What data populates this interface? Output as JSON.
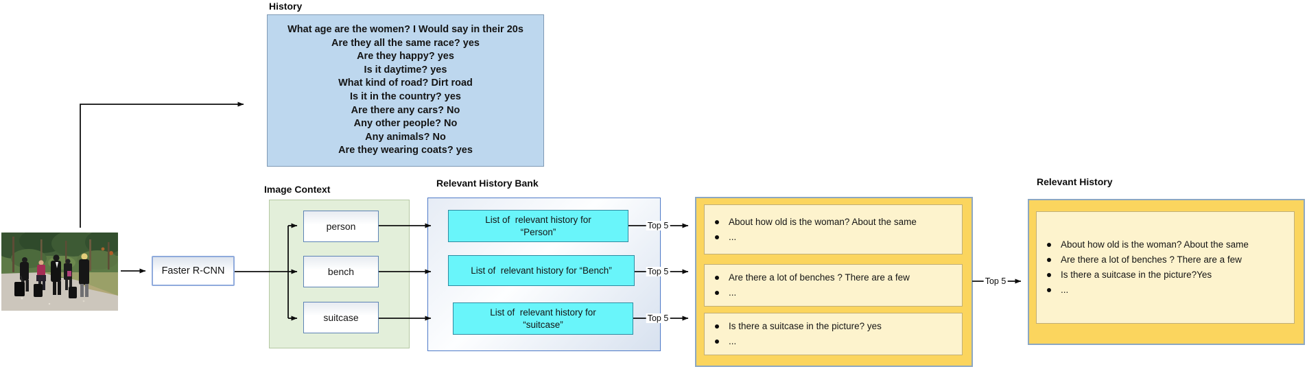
{
  "history": {
    "title": "History",
    "lines": [
      "What age are the women? I Would say in their 20s",
      "Are they all the same race? yes",
      "Are they happy? yes",
      "Is it daytime? yes",
      "What kind of road? Dirt road",
      "Is it in the country? yes",
      "Are there any cars? No",
      "Any other people? No",
      "Any animals? No",
      "Are they wearing coats? yes"
    ]
  },
  "faster_rcnn": {
    "label": "Faster R-CNN"
  },
  "image_context": {
    "title": "Image Context",
    "objects": [
      "person",
      "bench",
      "suitcase"
    ]
  },
  "bank": {
    "title": "Relevant History Bank",
    "person_list_line1": "List of  relevant history for",
    "person_list_line2": "“Person”",
    "bench_list_line1": "List of  relevant history for “Bench”",
    "suitcase_list_line1": "List of  relevant history for",
    "suitcase_list_line2": "“suitcase”"
  },
  "labels": {
    "top5": "Top 5"
  },
  "candidates": {
    "person": [
      "About how old is the woman? About the same",
      "..."
    ],
    "bench": [
      "Are there a lot of benches ? There are a few",
      "..."
    ],
    "suitcase": [
      "Is there a suitcase in the picture? yes",
      "..."
    ]
  },
  "relevant_history": {
    "title": "Relevant History",
    "items": [
      "About how old is the woman? About the same",
      "Are there a lot of benches ? There are a few",
      "Is there a suitcase in the picture?Yes",
      "..."
    ]
  },
  "colors": {
    "history_fill": "#bdd7ee",
    "context_fill": "#e3efda",
    "bank_border": "#4d79c7",
    "cyan_fill": "#69f5fa",
    "gold_fill": "#fbd55e",
    "cream_fill": "#fdf3cd"
  }
}
